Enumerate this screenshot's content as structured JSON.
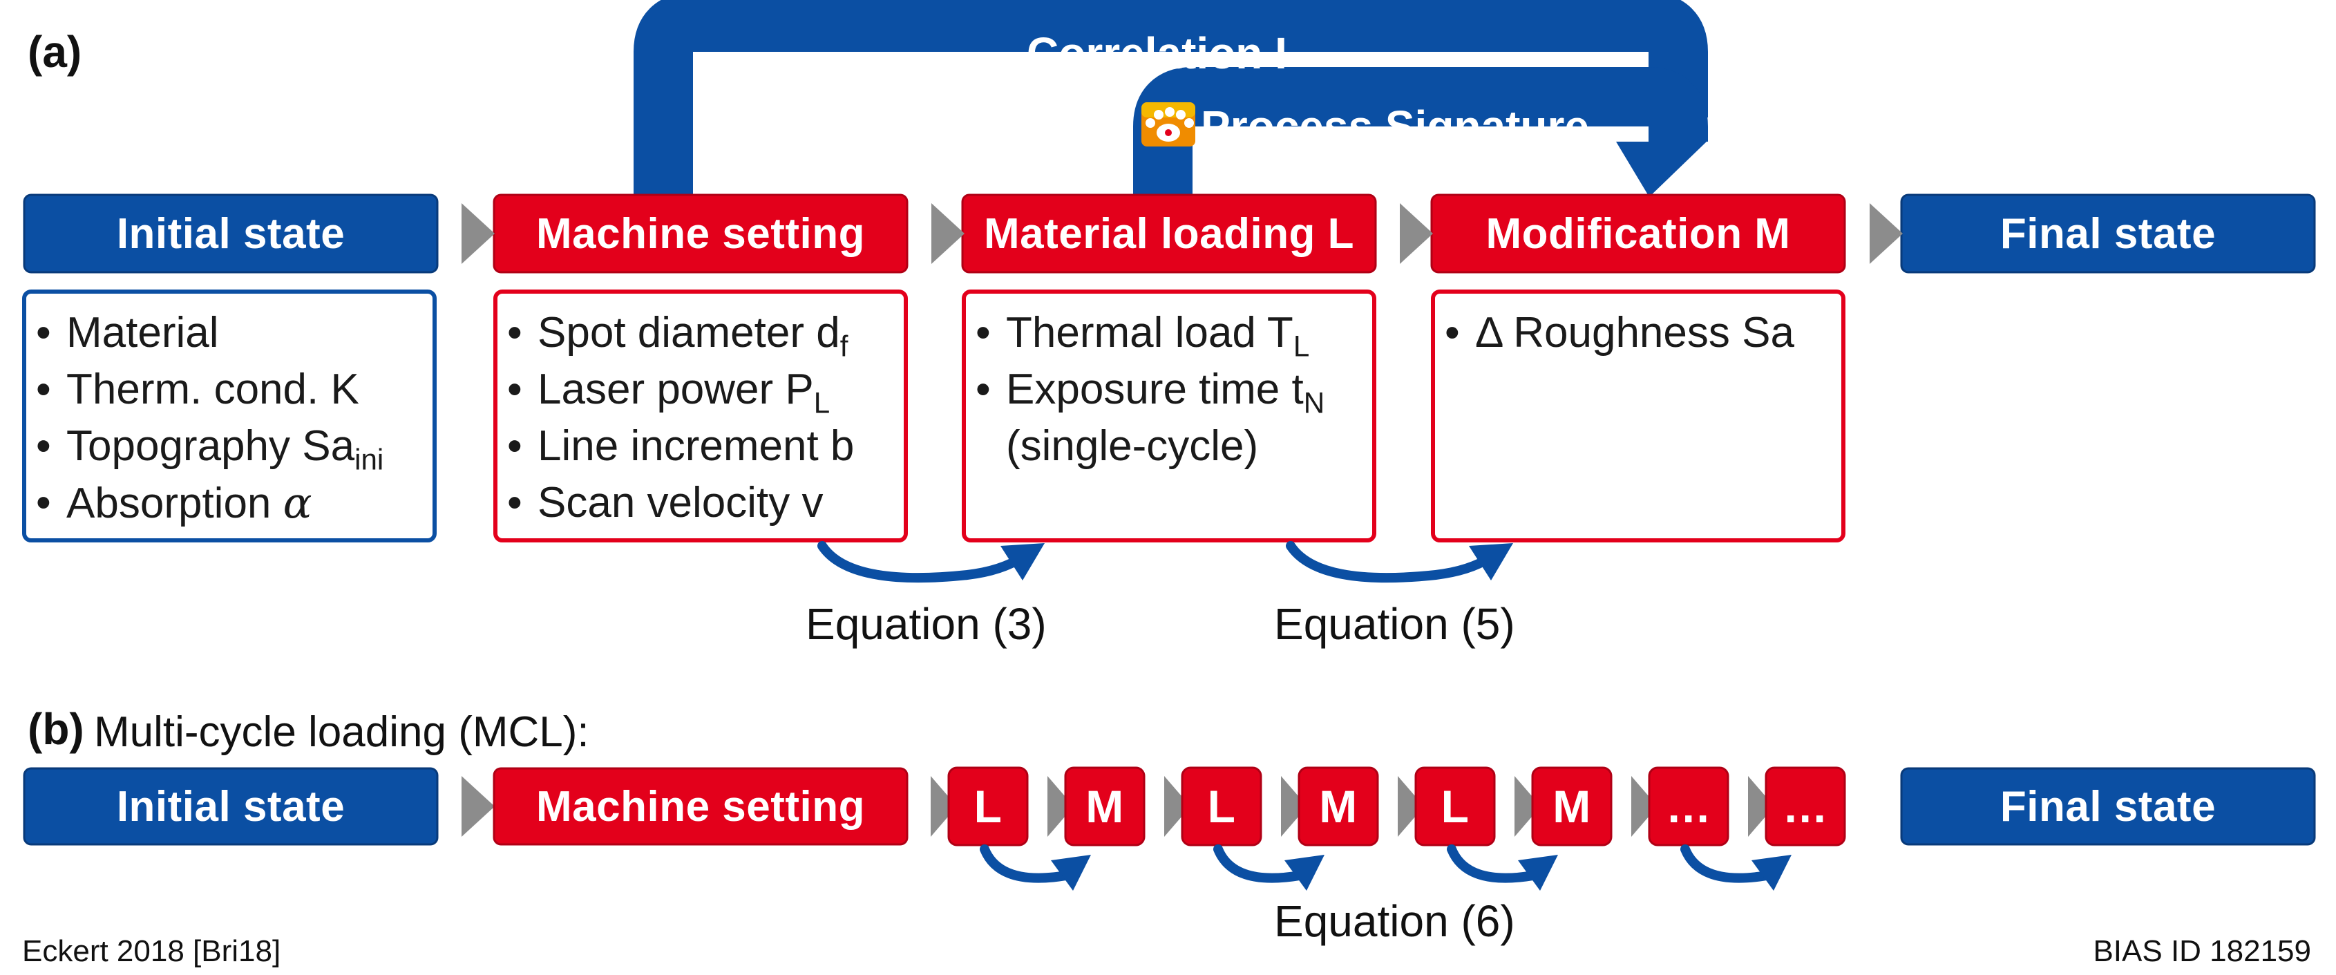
{
  "panel_a": {
    "label": "(a)",
    "correlation_label": "Correlation I",
    "process_signature_label": "Process Signature",
    "stages": {
      "initial_state": "Initial state",
      "machine_setting": "Machine setting",
      "material_loading": "Material loading L",
      "modification": "Modification M",
      "final_state": "Final state"
    },
    "initial_items": [
      {
        "text": "Material"
      },
      {
        "text": "Therm. cond. K"
      },
      {
        "text": "Topography Sa",
        "sub": "ini"
      },
      {
        "text": "Absorption ",
        "symbol": "α"
      }
    ],
    "machine_items": [
      {
        "text": "Spot diameter d",
        "sub": "f"
      },
      {
        "text": "Laser power P",
        "sub": "L"
      },
      {
        "text": "Line increment b"
      },
      {
        "text": "Scan velocity v"
      }
    ],
    "loading_items": [
      {
        "text": "Thermal load T",
        "sub": "L"
      },
      {
        "text": "Exposure time t",
        "sub": "N"
      },
      {
        "text": "(single-cycle)"
      }
    ],
    "modification_items": [
      {
        "text": "Δ Roughness Sa"
      }
    ],
    "equation_3": "Equation (3)",
    "equation_5": "Equation (5)"
  },
  "panel_b": {
    "label": "(b)",
    "title": "Multi-cycle loading (MCL):",
    "initial_state": "Initial state",
    "machine_setting": "Machine setting",
    "final_state": "Final state",
    "cycle_boxes": [
      "L",
      "M",
      "L",
      "M",
      "L",
      "M",
      "…",
      "…"
    ],
    "equation_6": "Equation (6)"
  },
  "footer": {
    "source": "Eckert 2018 [Bri18]",
    "bias_id": "BIAS ID 182159"
  },
  "colors": {
    "blue": "#0b4fa3",
    "red": "#e3001b",
    "gray_triangle": "#8c8c8c",
    "logo_orange": "#f08c00"
  }
}
